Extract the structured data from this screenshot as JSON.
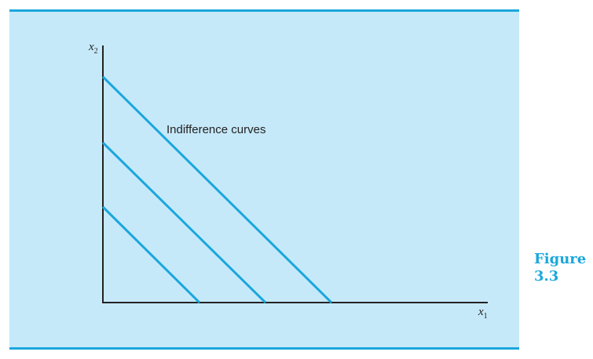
{
  "diagram": {
    "axis_y_label": "x",
    "axis_y_subscript": "2",
    "axis_x_label": "x",
    "axis_x_subscript": "1",
    "annotation": "Indifference curves",
    "curve_type": "parallel straight lines",
    "curve_count": 3
  },
  "caption": {
    "word": "Figure",
    "number": "3.3"
  },
  "colors": {
    "background": "#c6e9fa",
    "accent": "#1aa7dc",
    "axis": "#222222"
  }
}
